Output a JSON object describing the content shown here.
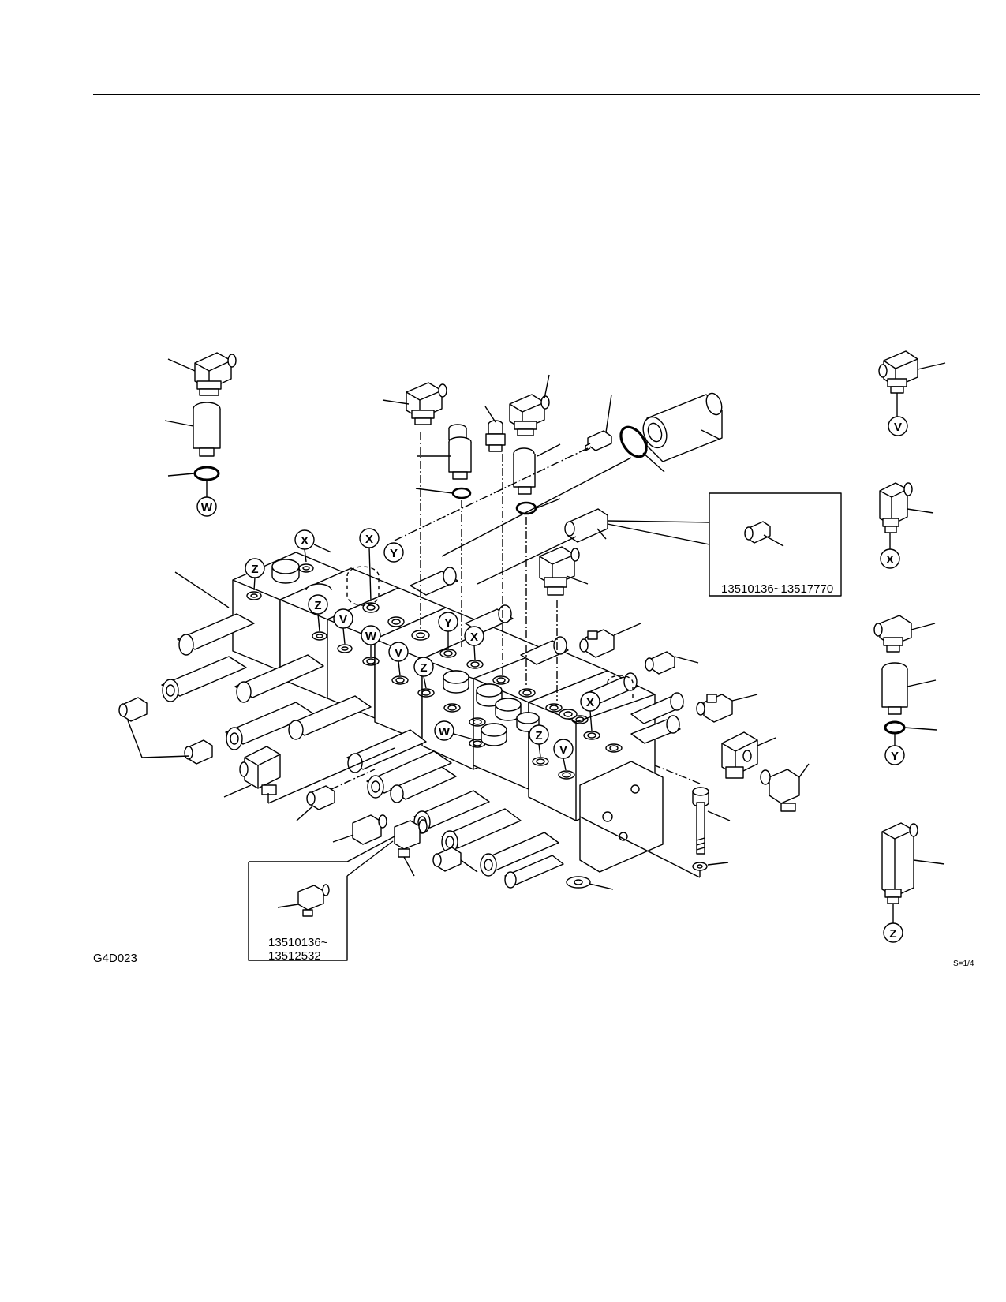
{
  "figure": {
    "code": "G4D023",
    "scale": "S=1/4"
  },
  "insets": {
    "upper_right": {
      "serial_range": "13510136~13517770"
    },
    "lower_left": {
      "serial_line1": "13510136~",
      "serial_line2": "13512532"
    }
  },
  "callouts": {
    "top_left_w": "W",
    "right_v": "V",
    "right_x": "X",
    "right_y": "Y",
    "right_z": "Z",
    "block_x1": "X",
    "block_x2": "X",
    "block_y1": "Y",
    "block_z1": "Z",
    "block_z2": "Z",
    "block_v1": "V",
    "block_w1": "W",
    "block_y2": "Y",
    "block_x3": "X",
    "block_v2": "V",
    "block_z3": "Z",
    "block_x4": "X",
    "block_w2": "W",
    "block_z4": "Z",
    "block_v3": "V"
  }
}
